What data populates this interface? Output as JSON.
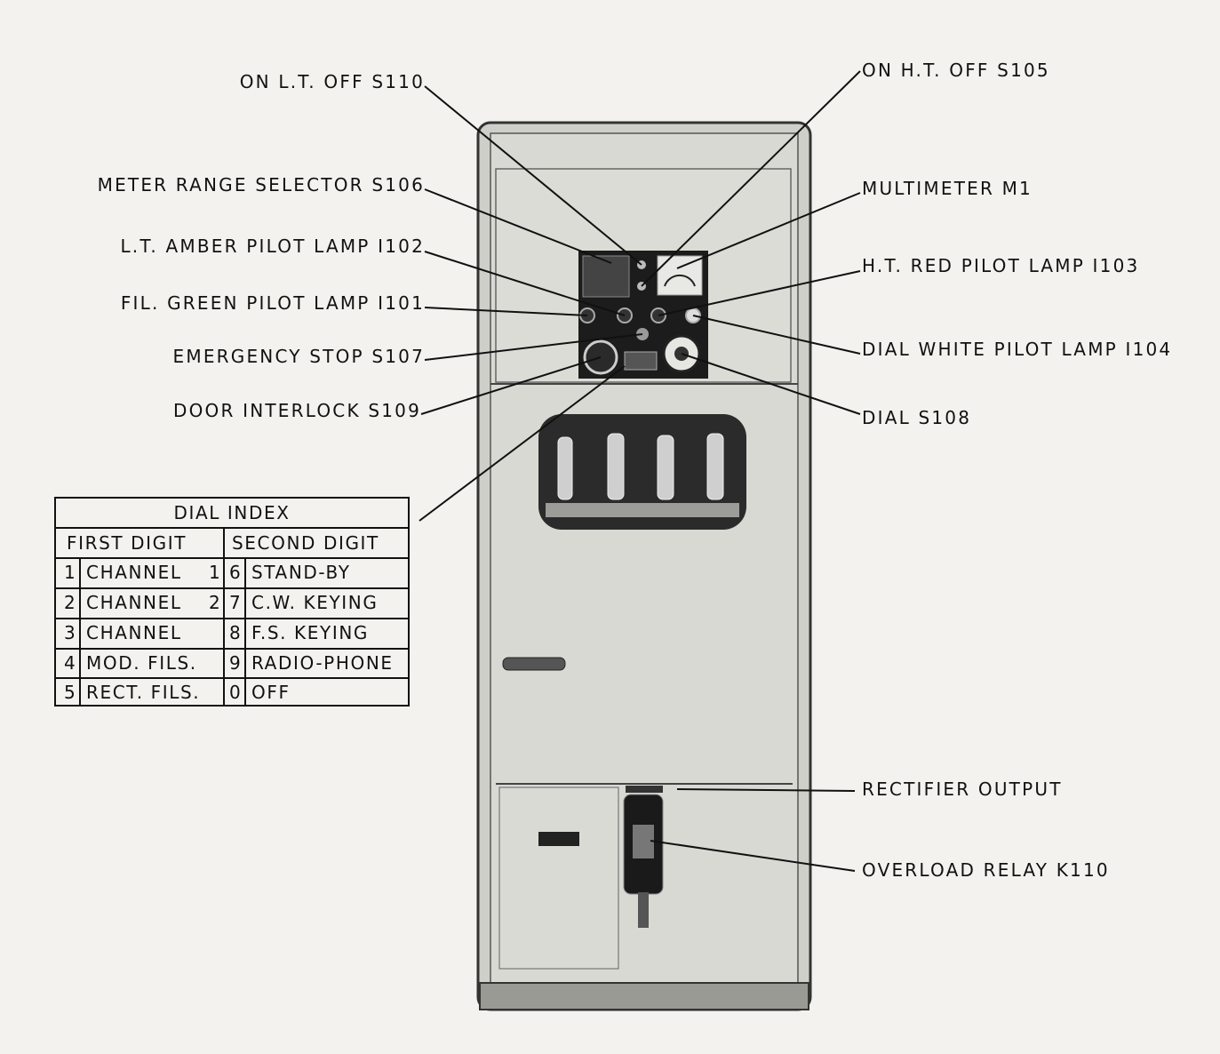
{
  "labels_left": [
    {
      "id": "s110",
      "text": "ON  L.T. OFF  S110"
    },
    {
      "id": "s106",
      "text": "METER  RANGE  SELECTOR  S106"
    },
    {
      "id": "i102",
      "text": "L.T. AMBER  PILOT  LAMP  I102"
    },
    {
      "id": "i101",
      "text": "FIL. GREEN  PILOT  LAMP  I101"
    },
    {
      "id": "s107",
      "text": "EMERGENCY  STOP  S107"
    },
    {
      "id": "s109",
      "text": "DOOR  INTERLOCK  S109"
    }
  ],
  "labels_right": [
    {
      "id": "s105",
      "text": "ON  H.T. OFF  S105"
    },
    {
      "id": "m1",
      "text": "MULTIMETER  M1"
    },
    {
      "id": "i103",
      "text": "H.T.  RED  PILOT  LAMP  I103"
    },
    {
      "id": "i104",
      "text": "DIAL  WHITE  PILOT  LAMP  I104"
    },
    {
      "id": "s108",
      "text": "DIAL  S108"
    },
    {
      "id": "rect",
      "text": "RECTIFIER  OUTPUT"
    },
    {
      "id": "k110",
      "text": "OVERLOAD  RELAY  K110"
    }
  ],
  "dial_index": {
    "title": "DIAL  INDEX",
    "first_header": "FIRST  DIGIT",
    "second_header": "SECOND  DIGIT",
    "rows": [
      {
        "d1": "1",
        "v1": "CHANNEL",
        "n1": "1",
        "d2": "6",
        "v2": "STAND-BY"
      },
      {
        "d1": "2",
        "v1": "CHANNEL",
        "n1": "2",
        "d2": "7",
        "v2": "C.W. KEYING"
      },
      {
        "d1": "3",
        "v1": "CHANNEL",
        "n1": "",
        "d2": "8",
        "v2": "F.S. KEYING"
      },
      {
        "d1": "4",
        "v1": "MOD. FILS.",
        "n1": "",
        "d2": "9",
        "v2": "RADIO-PHONE"
      },
      {
        "d1": "5",
        "v1": "RECT. FILS.",
        "n1": "",
        "d2": "0",
        "v2": "OFF"
      }
    ]
  },
  "colors": {
    "paper": "#f3f2ee",
    "cabinet": "#d4d4cf",
    "panel": "#1c1c1c",
    "ink": "#111111"
  }
}
